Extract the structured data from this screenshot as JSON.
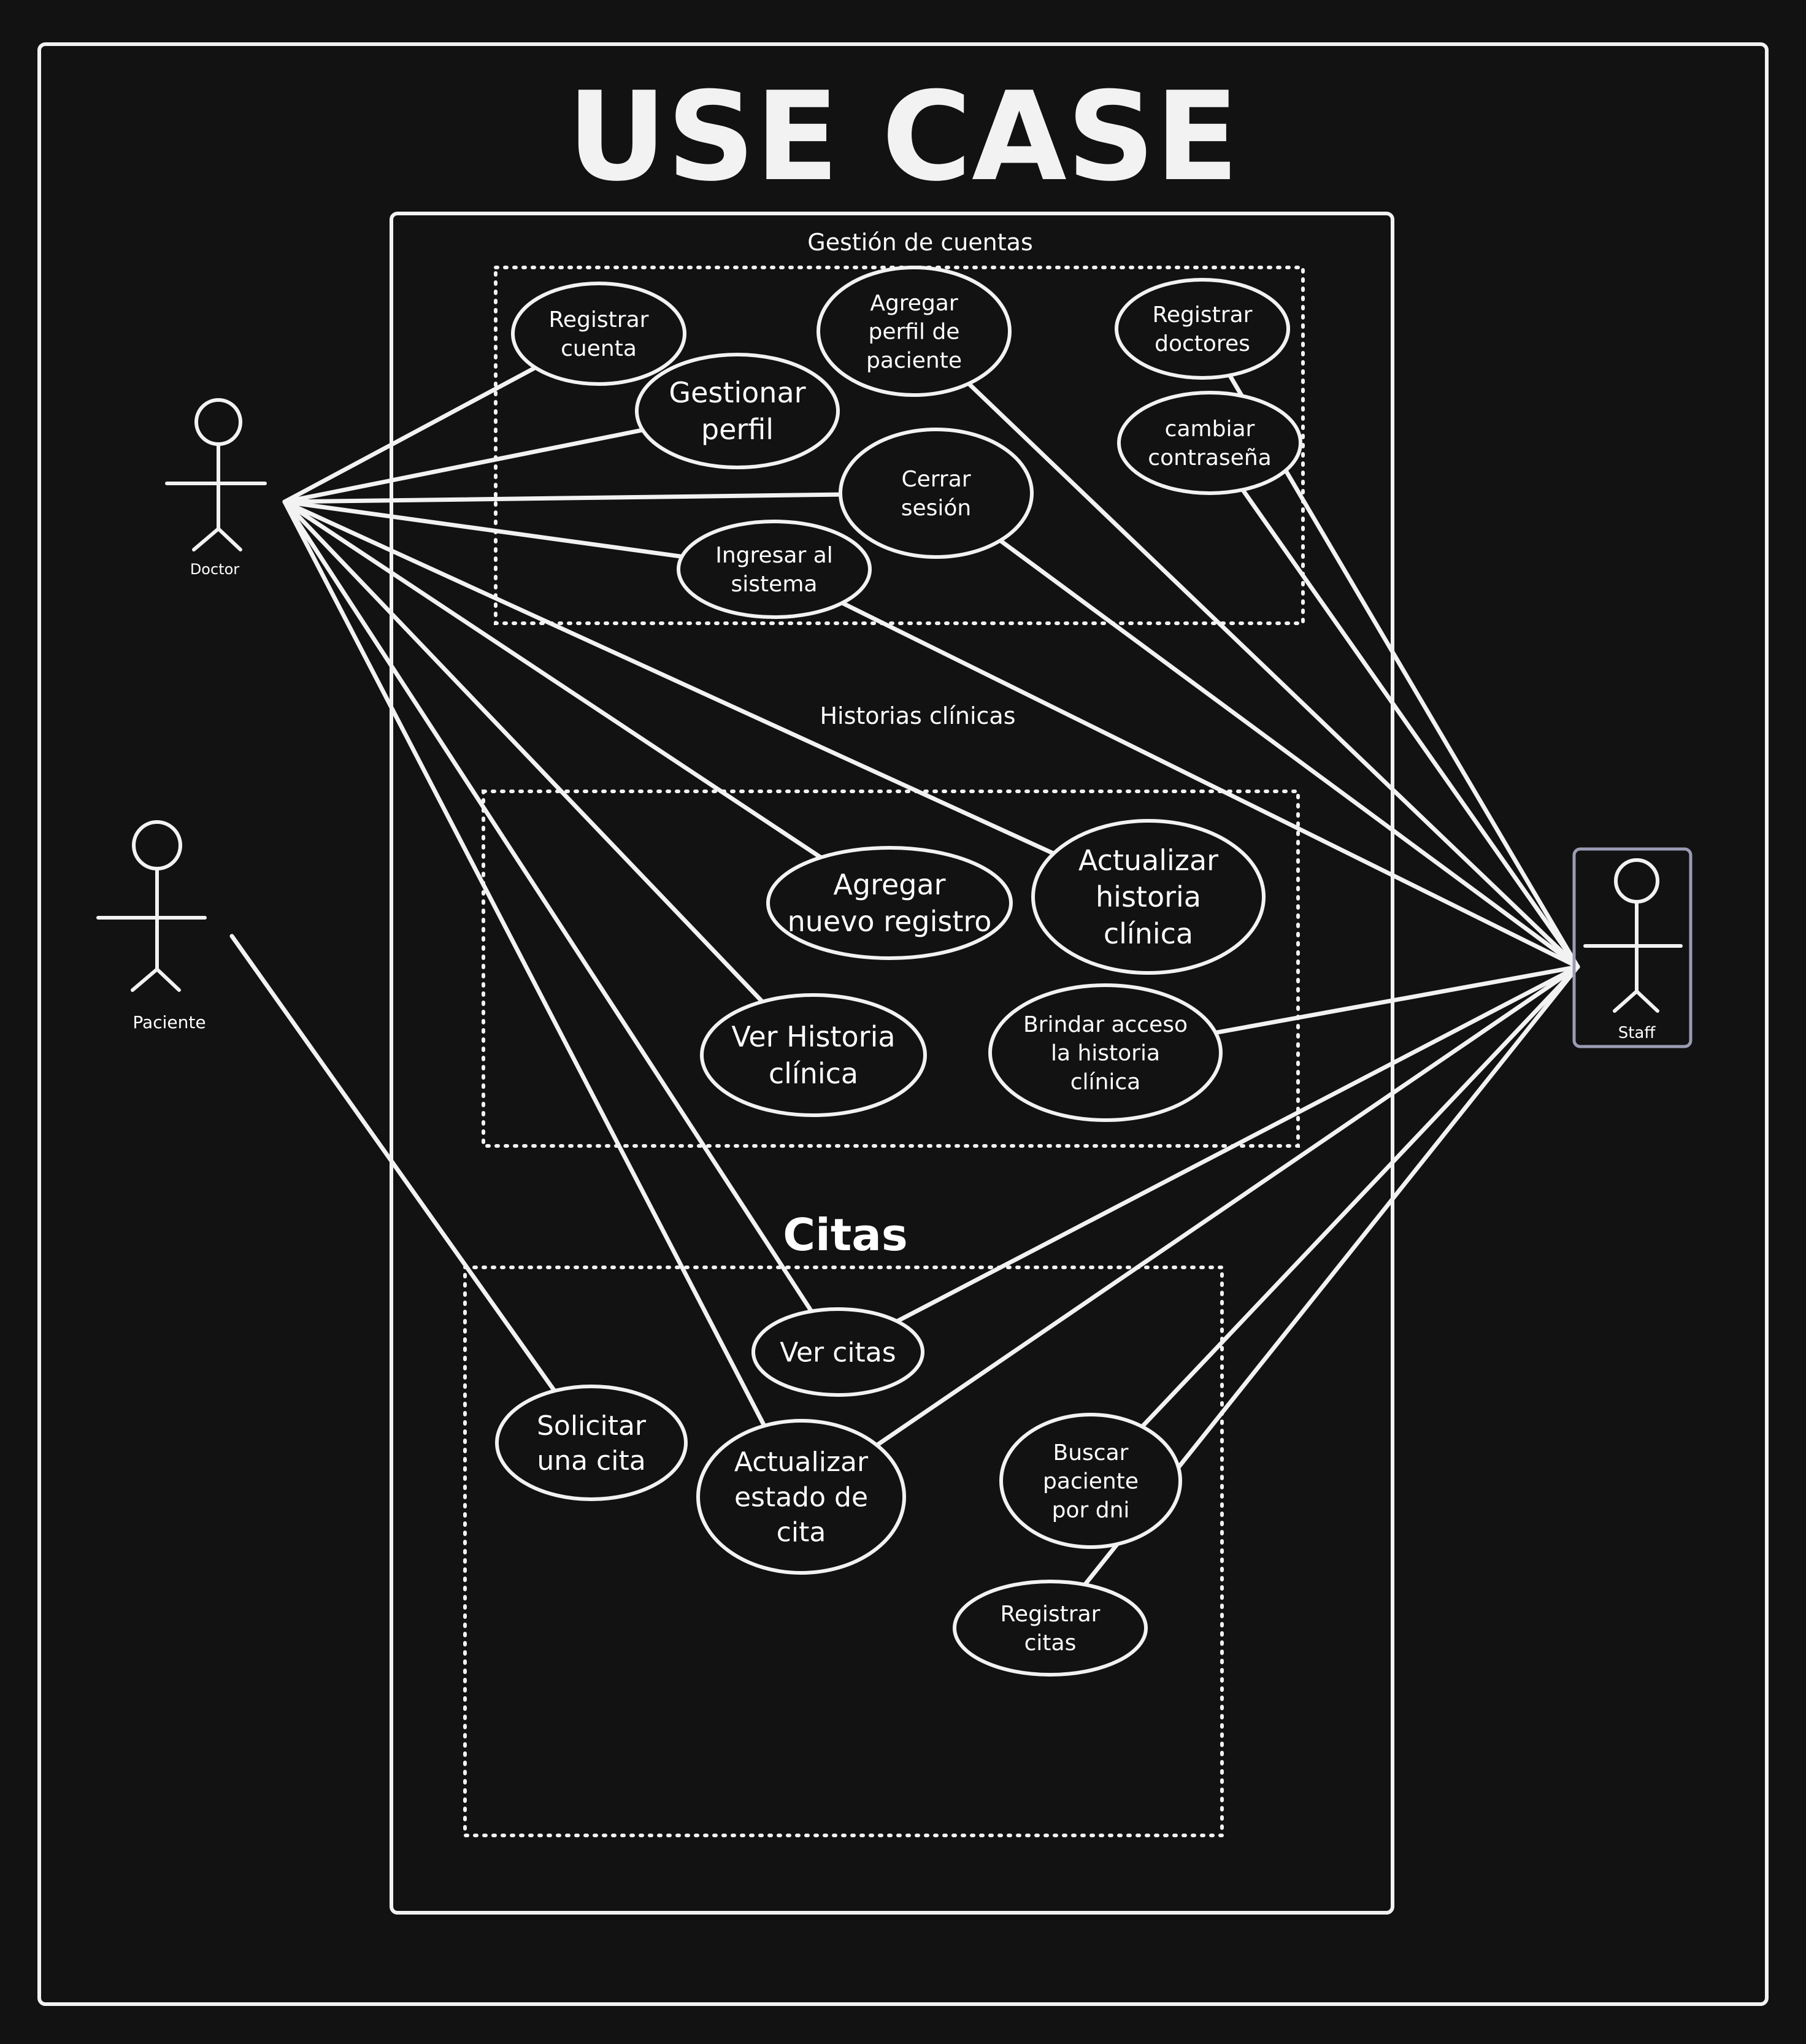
{
  "title": "USE CASE",
  "groups": {
    "cuentas": "Gestión de cuentas",
    "historias": "Historias clínicas",
    "citas": "Citas"
  },
  "actors": {
    "doctor": "Doctor",
    "paciente": "Paciente",
    "staff": "Staff"
  },
  "use_cases": {
    "registrar_cuenta": [
      "Registrar",
      "cuenta"
    ],
    "agregar_perfil_paciente": [
      "Agregar",
      "perfil de",
      "paciente"
    ],
    "registrar_doctores": [
      "Registrar",
      "doctores"
    ],
    "gestionar_perfil": [
      "Gestionar",
      "perfil"
    ],
    "cambiar_contrasena": [
      "cambiar",
      "contraseña"
    ],
    "cerrar_sesion": [
      "Cerrar",
      "sesión"
    ],
    "ingresar_sistema": [
      "Ingresar al",
      "sistema"
    ],
    "agregar_registro": [
      "Agregar",
      "nuevo registro"
    ],
    "actualizar_historia": [
      "Actualizar",
      "historia",
      "clínica"
    ],
    "ver_historia": [
      "Ver Historia",
      "clínica"
    ],
    "brindar_acceso": [
      "Brindar acceso",
      "la historia",
      "clínica"
    ],
    "ver_citas": [
      "Ver citas"
    ],
    "solicitar_cita": [
      "Solicitar",
      "una cita"
    ],
    "actualizar_estado": [
      "Actualizar",
      "estado de",
      "cita"
    ],
    "buscar_paciente": [
      "Buscar",
      "paciente",
      "por dni"
    ],
    "registrar_citas": [
      "Registrar",
      "citas"
    ]
  },
  "associations": {
    "doctor": [
      "registrar_cuenta",
      "gestionar_perfil",
      "cerrar_sesion",
      "ingresar_sistema",
      "actualizar_historia",
      "agregar_registro",
      "ver_historia",
      "ver_citas",
      "actualizar_estado"
    ],
    "paciente": [
      "solicitar_cita"
    ],
    "staff": [
      "registrar_doctores",
      "agregar_perfil_paciente",
      "cambiar_contrasena",
      "cerrar_sesion",
      "ingresar_sistema",
      "brindar_acceso",
      "ver_citas",
      "actualizar_estado",
      "buscar_paciente",
      "registrar_citas"
    ]
  },
  "colors": {
    "background": "#121212",
    "stroke": "#f2f2f2",
    "staff_box": "#9a9cb4"
  }
}
